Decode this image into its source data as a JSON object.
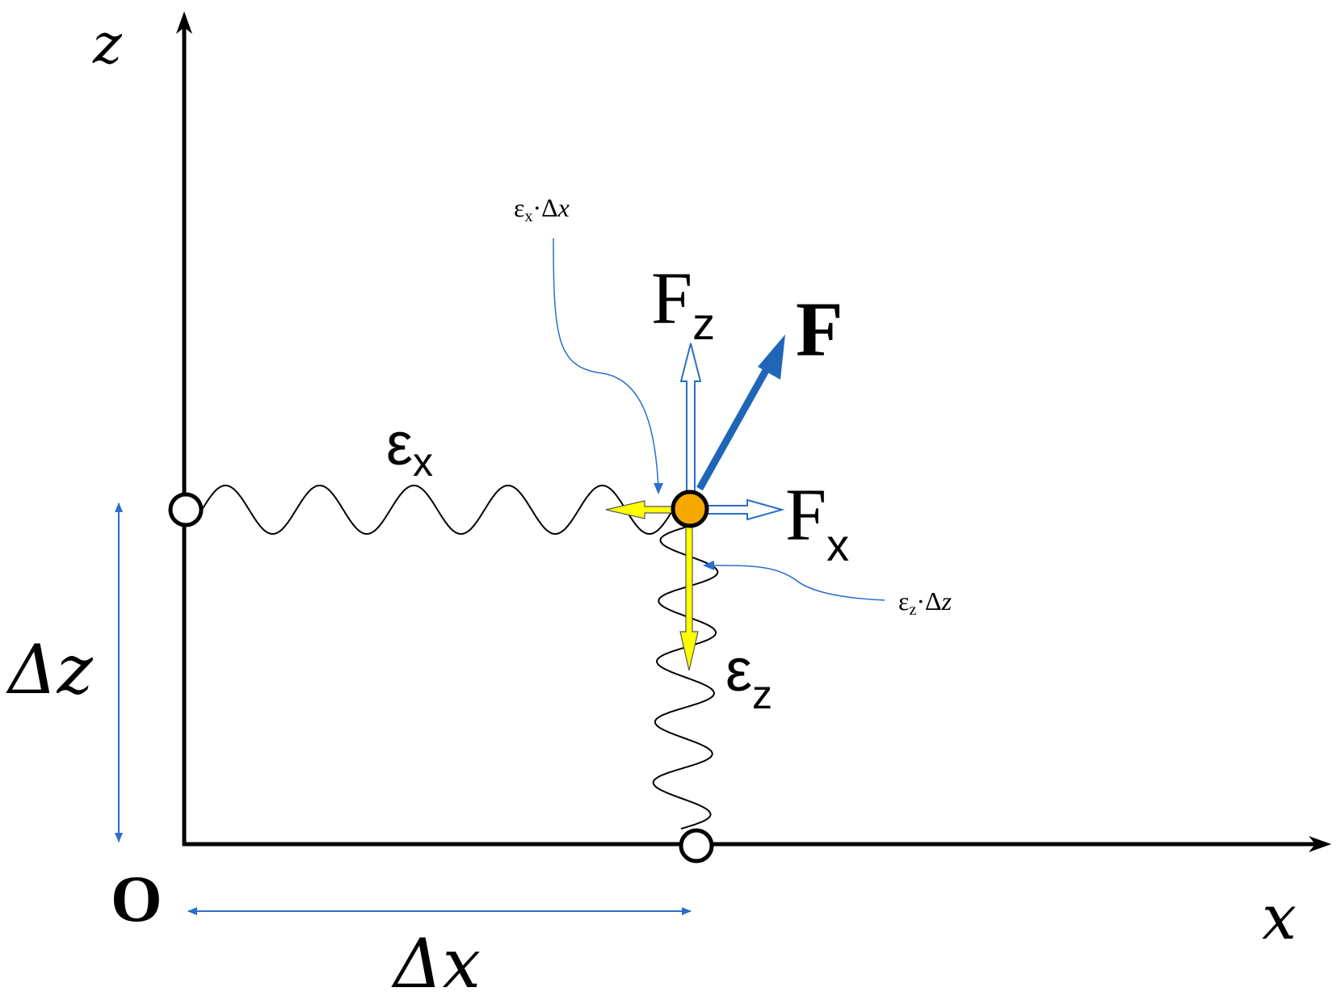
{
  "axes": {
    "z_label": "z",
    "x_label": "x",
    "origin_label": "O"
  },
  "dimensions": {
    "delta_z": "Δz",
    "delta_x": "Δx"
  },
  "springs": {
    "horizontal": {
      "symbol": "ε",
      "subscript": "x"
    },
    "vertical": {
      "symbol": "ε",
      "subscript": "z"
    }
  },
  "forces": {
    "resultant": "F",
    "fz": {
      "symbol": "F",
      "subscript": "z"
    },
    "fx": {
      "symbol": "F",
      "subscript": "x"
    }
  },
  "annotations": {
    "ex_dx": {
      "eps": "ε",
      "sub": "x",
      "dot": "·",
      "delta": "Δ",
      "var": "x"
    },
    "ez_dz": {
      "eps": "ε",
      "sub": "z",
      "dot": "·",
      "delta": "Δ",
      "var": "z"
    }
  },
  "colors": {
    "axis": "#000000",
    "dimension": "#2a6fc9",
    "resultant_force": "#1f66b8",
    "component_force": "#2a6fc9",
    "displacement": "#ffff00",
    "node_fill": "#f5a800",
    "spring": "#000000"
  }
}
